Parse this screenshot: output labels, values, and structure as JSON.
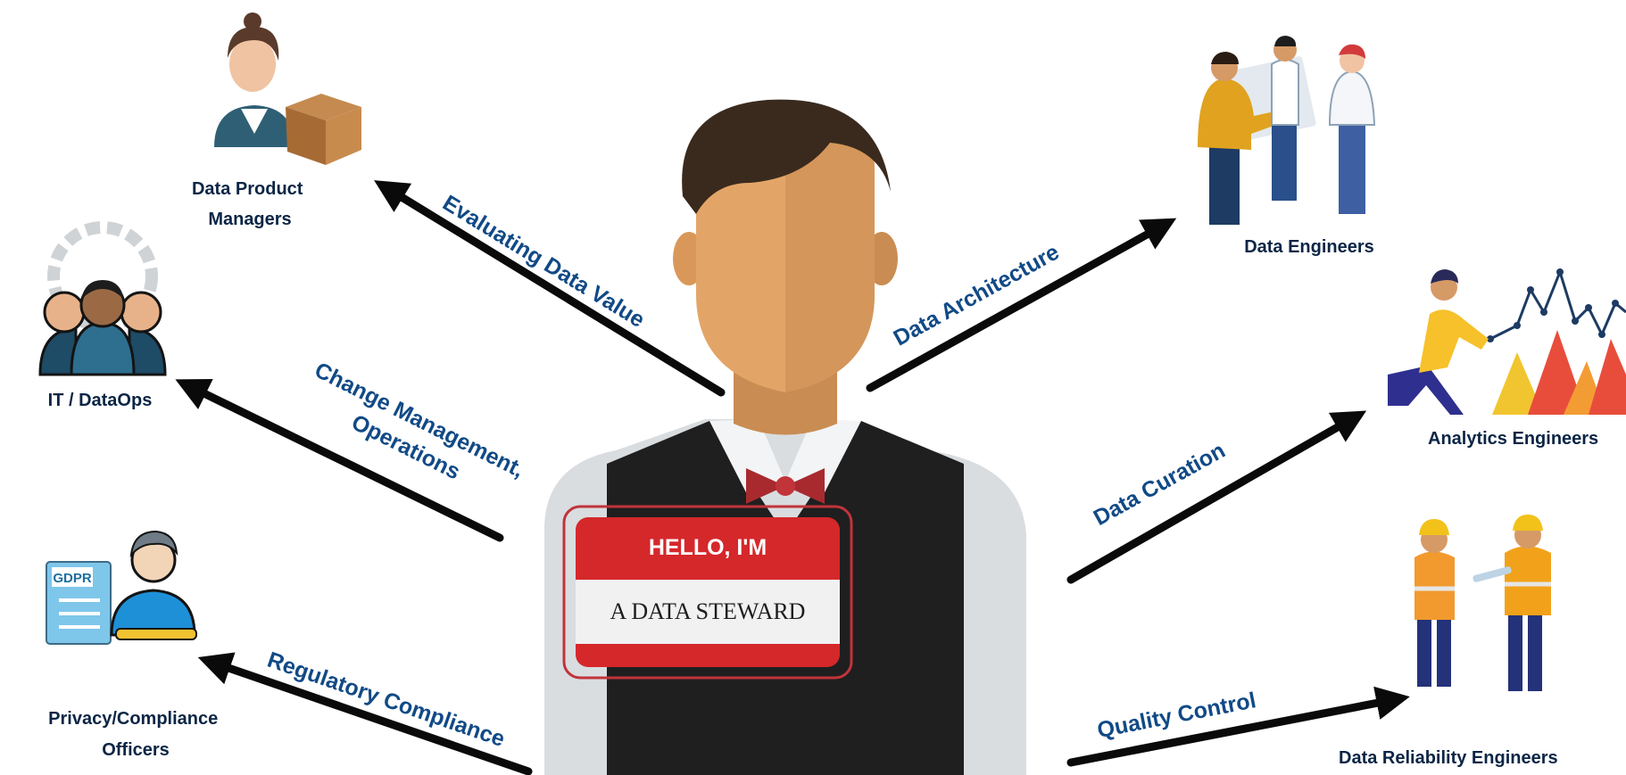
{
  "center": {
    "badge_title": "HELLO, I'M",
    "badge_name": "A DATA STEWARD"
  },
  "roles": {
    "product_managers": "Data Product Managers",
    "it_dataops": "IT / DataOps",
    "privacy_officers": "Privacy/Compliance Officers",
    "data_engineers": "Data Engineers",
    "analytics_engineers": "Analytics Engineers",
    "reliability_engineers": "Data Reliability Engineers"
  },
  "edges": {
    "evaluating": "Evaluating Data Value",
    "change_mgmt": "Change Management, Operations",
    "regulatory": "Regulatory Compliance",
    "architecture": "Data Architecture",
    "curation": "Data Curation",
    "quality": "Quality Control"
  },
  "icons": {
    "product_managers": "manager-with-box-icon",
    "it_dataops": "team-gear-icon",
    "privacy_officers": "gdpr-officer-icon",
    "data_engineers": "engineers-blueprint-icon",
    "analytics_engineers": "analyst-chart-icon",
    "reliability_engineers": "safety-engineers-icon"
  },
  "colors": {
    "arrow": "#0a0a0a",
    "label": "#114a86",
    "badge_red": "#d5282b"
  }
}
